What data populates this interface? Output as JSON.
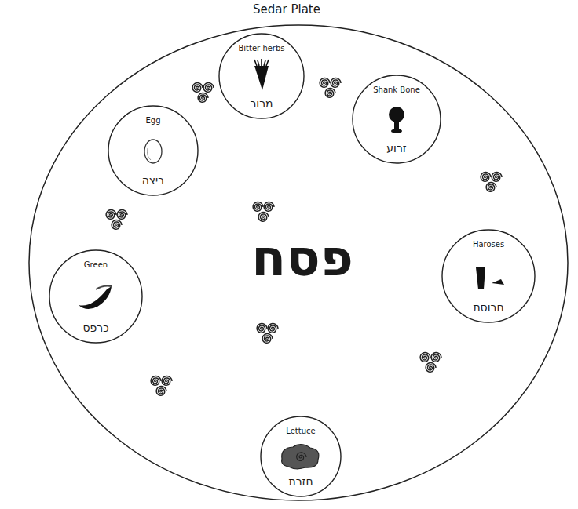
{
  "diagram": {
    "title": "Sedar Plate",
    "nodes": [
      {
        "text": [
          "פסח"
        ]
      },
      {
        "text": [
          "Bitter herbs",
          "מרור"
        ],
        "in": 0
      },
      {
        "text": [
          "Egg",
          "ביצה"
        ],
        "in": 0
      },
      {
        "text": [
          "Shank Bone",
          "זרוע"
        ],
        "in": 0
      },
      {
        "text": [
          "Green",
          "כרפס"
        ],
        "in": 0
      },
      {
        "text": [
          "Haroses",
          "חרוסת"
        ],
        "in": 0
      },
      {
        "text": [
          "Lettuce",
          "חזרת"
        ],
        "in": 0
      }
    ]
  }
}
